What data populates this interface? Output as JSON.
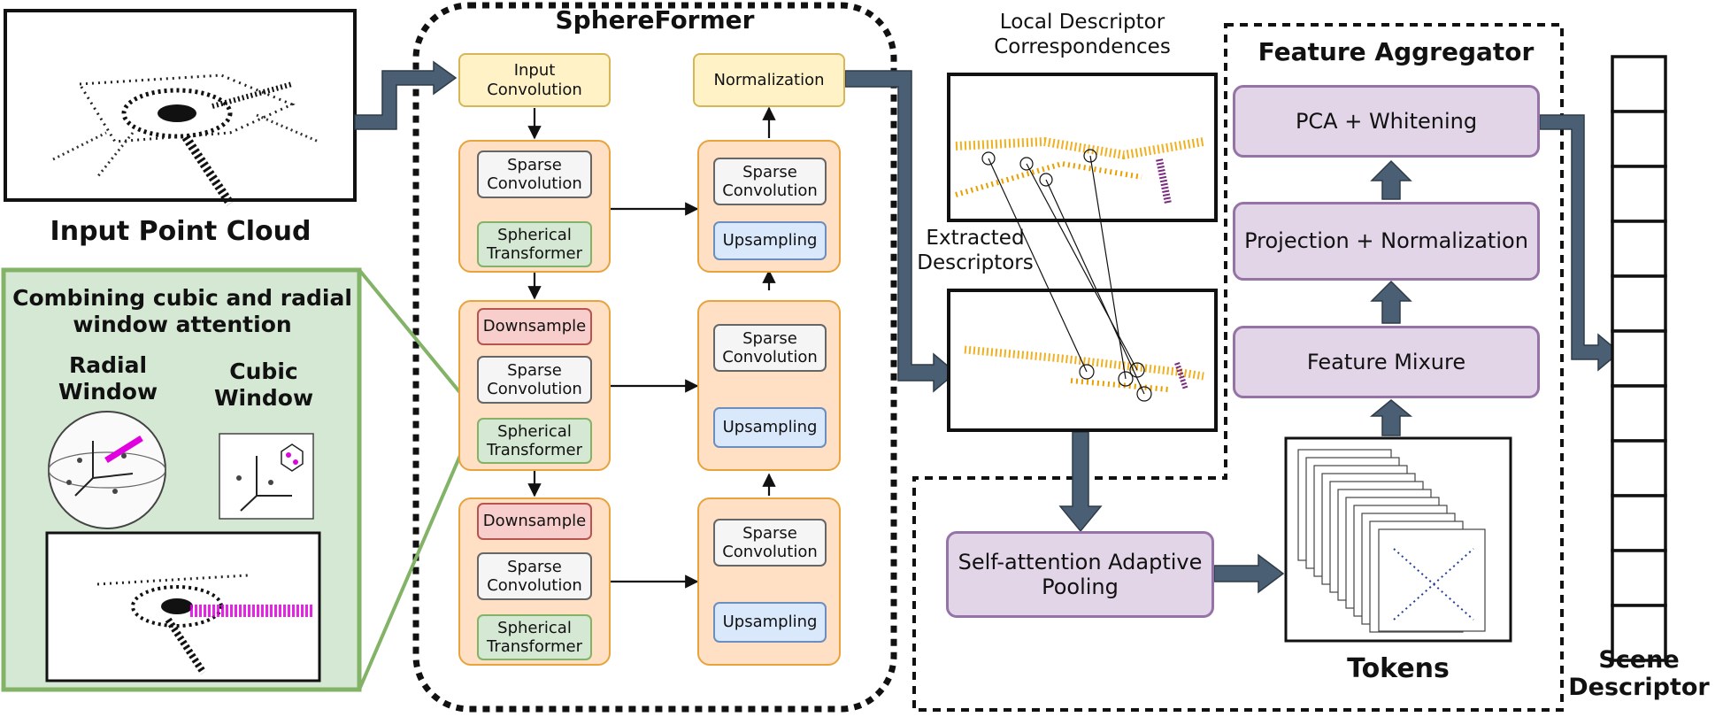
{
  "title_sphereformer": "SphereFormer",
  "input_label": "Input Point Cloud",
  "inset": {
    "title": "Combining cubic and radial\nwindow attention",
    "radial": "Radial\nWindow",
    "cubic": "Cubic\nWindow"
  },
  "encoder": {
    "input_conv": "Input\nConvolution",
    "stage1": {
      "sparse": "Sparse\nConvolution",
      "spherical": "Spherical\nTransformer"
    },
    "stage2": {
      "down": "Downsample",
      "sparse": "Sparse\nConvolution",
      "spherical": "Spherical\nTransformer"
    },
    "stage3": {
      "down": "Downsample",
      "sparse": "Sparse\nConvolution",
      "spherical": "Spherical\nTransformer"
    }
  },
  "decoder": {
    "normalization": "Normalization",
    "stage1": {
      "sparse": "Sparse\nConvolution",
      "up": "Upsampling"
    },
    "stage2": {
      "sparse": "Sparse\nConvolution",
      "up": "Upsampling"
    },
    "stage3": {
      "sparse": "Sparse\nConvolution",
      "up": "Upsampling"
    }
  },
  "correspondences_label": "Local Descriptor\nCorrespondences",
  "extracted_label": "Extracted\nDescriptors",
  "aggregator": {
    "title": "Feature Aggregator",
    "pca": "PCA + Whitening",
    "projection": "Projection + Normalization",
    "mixure": "Feature Mixure",
    "pooling": "Self-attention Adaptive\nPooling",
    "tokens": "Tokens"
  },
  "scene_label": "Scene\nDescriptor",
  "colors": {
    "arrow": "#4b5f74",
    "accent_magenta": "#e000e0",
    "inset_bg": "#d5e8d4",
    "inset_border": "#82b366"
  }
}
